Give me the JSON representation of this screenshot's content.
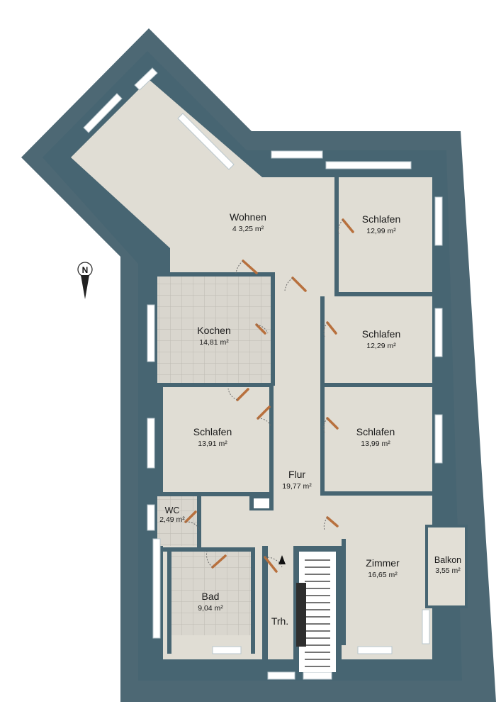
{
  "plan": {
    "rooms": {
      "wohnen": {
        "name": "Wohnen",
        "area": "4 3,25 m²"
      },
      "schlafen_1": {
        "name": "Schlafen",
        "area": "12,99 m²"
      },
      "schlafen_2": {
        "name": "Schlafen",
        "area": "12,29 m²"
      },
      "kochen": {
        "name": "Kochen",
        "area": "14,81 m²"
      },
      "schlafen_3": {
        "name": "Schlafen",
        "area": "13,91 m²"
      },
      "schlafen_4": {
        "name": "Schlafen",
        "area": "13,99 m²"
      },
      "flur": {
        "name": "Flur",
        "area": "19,77 m²"
      },
      "wc": {
        "name": "WC",
        "area": "2,49 m²"
      },
      "zimmer": {
        "name": "Zimmer",
        "area": "16,65 m²"
      },
      "balkon": {
        "name": "Balkon",
        "area": "3,55 m²"
      },
      "bad": {
        "name": "Bad",
        "area": "9,04 m²"
      },
      "treppenhaus": {
        "name": "Trh."
      }
    },
    "compass": {
      "letter": "N"
    }
  }
}
